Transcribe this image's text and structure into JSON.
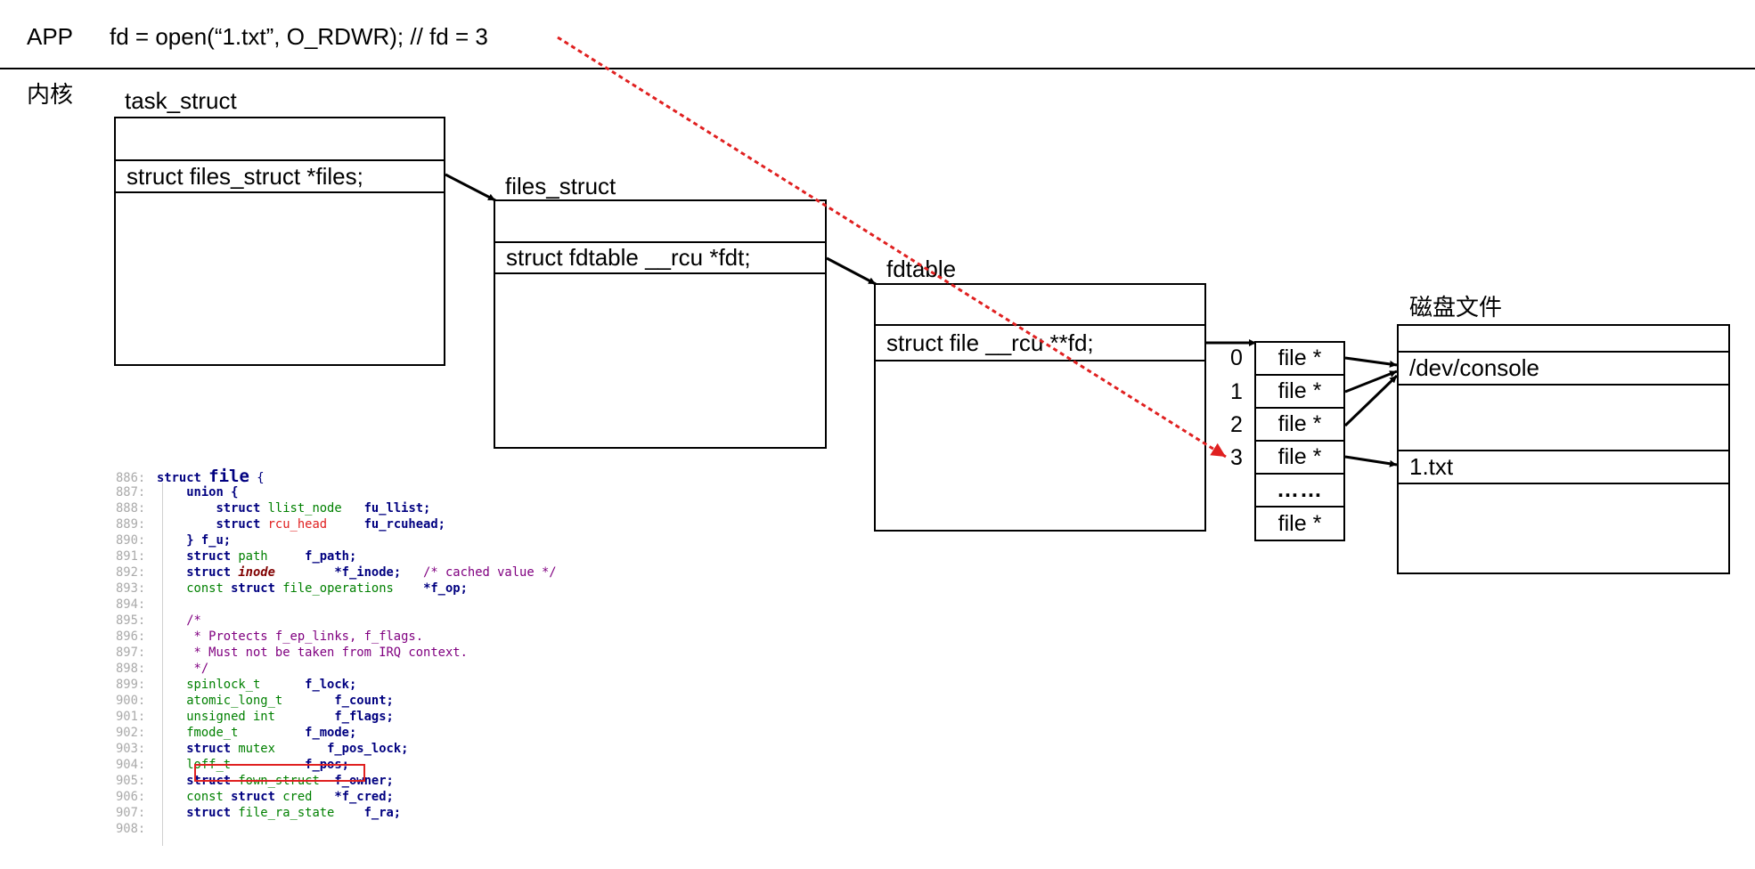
{
  "header": {
    "app_label": "APP",
    "code": "fd = open(“1.txt”, O_RDWR); // fd = 3",
    "kernel_label": "内核"
  },
  "task_struct": {
    "title": "task_struct",
    "field": "struct files_struct *files;"
  },
  "files_struct": {
    "title": "files_struct",
    "field": "struct fdtable __rcu *fdt;"
  },
  "fdtable": {
    "title": "fdtable",
    "field": "struct file __rcu **fd;",
    "indices": [
      "0",
      "1",
      "2",
      "3"
    ],
    "entries": [
      "file *",
      "file *",
      "file *",
      "file *",
      "……",
      "file *"
    ]
  },
  "disk": {
    "title": "磁盘文件",
    "files": [
      "/dev/console",
      "1.txt"
    ]
  },
  "colors": {
    "highlight": "#e02020",
    "arrow": "#000000"
  },
  "code_listing": {
    "lines": [
      {
        "n": "886:",
        "segs": [
          [
            "struct ",
            "kw"
          ],
          [
            "file",
            "big"
          ],
          [
            " {",
            ""
          ]
        ]
      },
      {
        "n": "887:",
        "segs": [
          [
            "    union {",
            "kw"
          ]
        ]
      },
      {
        "n": "888:",
        "segs": [
          [
            "        struct ",
            "kw"
          ],
          [
            "llist_node",
            "ty"
          ],
          [
            "   fu_llist;",
            "id"
          ]
        ]
      },
      {
        "n": "889:",
        "segs": [
          [
            "        struct ",
            "kw"
          ],
          [
            "rcu_head",
            "red"
          ],
          [
            "     fu_rcuhead;",
            "id"
          ]
        ]
      },
      {
        "n": "890:",
        "segs": [
          [
            "    } ",
            "kw"
          ],
          [
            "f_u;",
            "id"
          ]
        ]
      },
      {
        "n": "891:",
        "segs": [
          [
            "    struct ",
            "kw"
          ],
          [
            "path",
            "ty"
          ],
          [
            "     f_path;",
            "id"
          ]
        ]
      },
      {
        "n": "892:",
        "segs": [
          [
            "    struct ",
            "kw"
          ],
          [
            "inode",
            "it"
          ],
          [
            "        *f_inode;",
            "id"
          ],
          [
            "   /* cached value */",
            "cm"
          ]
        ]
      },
      {
        "n": "893:",
        "segs": [
          [
            "    const ",
            "ty"
          ],
          [
            "struct ",
            "kw"
          ],
          [
            "file_operations",
            "ty"
          ],
          [
            "    *f_op;",
            "id"
          ]
        ]
      },
      {
        "n": "894:",
        "segs": [
          [
            "",
            ""
          ]
        ]
      },
      {
        "n": "895:",
        "segs": [
          [
            "    /*",
            "cm"
          ]
        ]
      },
      {
        "n": "896:",
        "segs": [
          [
            "     * Protects f_ep_links, f_flags.",
            "cm"
          ]
        ]
      },
      {
        "n": "897:",
        "segs": [
          [
            "     * Must not be taken from IRQ context.",
            "cm"
          ]
        ]
      },
      {
        "n": "898:",
        "segs": [
          [
            "     */",
            "cm"
          ]
        ]
      },
      {
        "n": "899:",
        "segs": [
          [
            "    spinlock_t",
            "ty"
          ],
          [
            "      f_lock;",
            "id"
          ]
        ]
      },
      {
        "n": "900:",
        "segs": [
          [
            "    atomic_long_t",
            "ty"
          ],
          [
            "       f_count;",
            "id"
          ]
        ]
      },
      {
        "n": "901:",
        "segs": [
          [
            "    unsigned int",
            "ty"
          ],
          [
            "        f_flags;",
            "id"
          ]
        ]
      },
      {
        "n": "902:",
        "segs": [
          [
            "    fmode_t",
            "ty"
          ],
          [
            "         f_mode;",
            "id"
          ]
        ]
      },
      {
        "n": "903:",
        "segs": [
          [
            "    struct ",
            "kw"
          ],
          [
            "mutex",
            "ty"
          ],
          [
            "       f_pos_lock;",
            "id"
          ]
        ]
      },
      {
        "n": "904:",
        "segs": [
          [
            "    loff_t",
            "ty"
          ],
          [
            "          f_pos;",
            "id"
          ]
        ]
      },
      {
        "n": "905:",
        "segs": [
          [
            "    struct ",
            "kw"
          ],
          [
            "fown_struct",
            "ty"
          ],
          [
            "  f_owner;",
            "id"
          ]
        ]
      },
      {
        "n": "906:",
        "segs": [
          [
            "    const ",
            "ty"
          ],
          [
            "struct ",
            "kw"
          ],
          [
            "cred",
            "ty"
          ],
          [
            "   *f_cred;",
            "id"
          ]
        ]
      },
      {
        "n": "907:",
        "segs": [
          [
            "    struct ",
            "kw"
          ],
          [
            "file_ra_state",
            "ty"
          ],
          [
            "    f_ra;",
            "id"
          ]
        ]
      },
      {
        "n": "908:",
        "segs": [
          [
            "",
            ""
          ]
        ]
      }
    ]
  }
}
